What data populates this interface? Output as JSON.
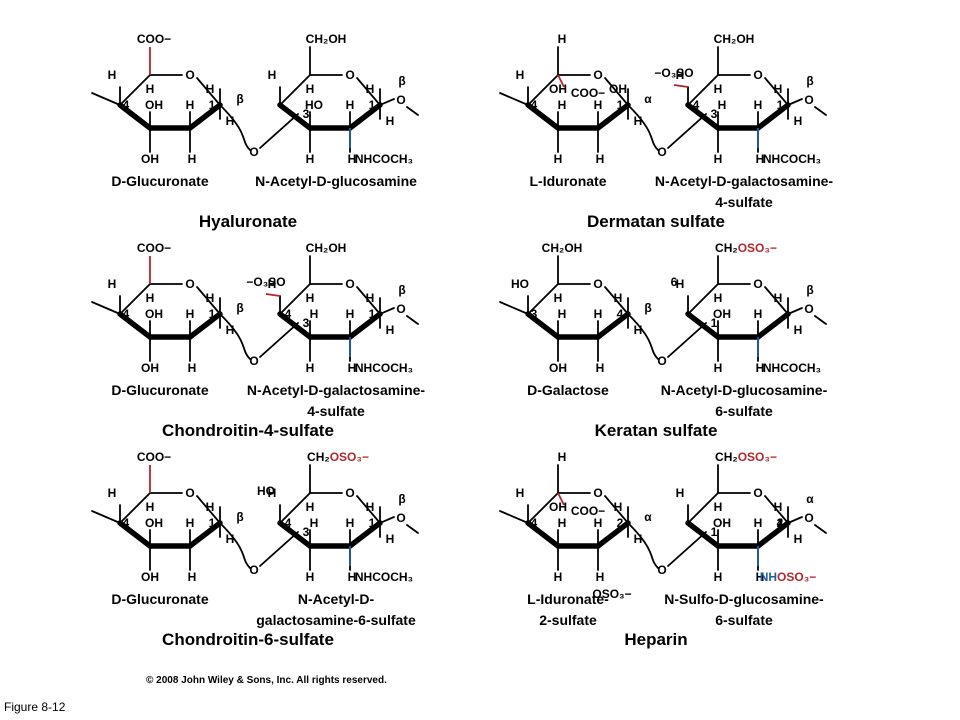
{
  "panels": [
    {
      "title": "Hyaluronate",
      "left_name": "D-Glucuronate",
      "right_name": [
        "N-Acetyl-D-glucosamine"
      ],
      "left_top": "COO−",
      "left_wedge": "",
      "left_atoms": [
        [
          "H",
          0
        ],
        [
          "H",
          0
        ],
        [
          "OH",
          0
        ],
        [
          "H",
          0
        ],
        [
          "H",
          0
        ],
        [
          "OH",
          0
        ],
        [
          "H",
          0
        ]
      ],
      "right_top": "CH₂OH",
      "right_top6": "",
      "right_atoms": [
        [
          "H",
          0
        ],
        [
          "H",
          0
        ],
        [
          "HO",
          0
        ],
        [
          "H",
          0
        ],
        [
          "H",
          0
        ],
        [
          "H",
          0
        ],
        [
          "H",
          0
        ]
      ],
      "right_bottom": "NHCOCH₃",
      "left_link": "β",
      "right_link": "β",
      "ring_nums": [
        "4",
        "1",
        "3",
        "1"
      ]
    },
    {
      "title": "Dermatan sulfate",
      "left_name": "L-Iduronate",
      "right_name": [
        "N-Acetyl-D-galactosamine-",
        "4-sulfate"
      ],
      "left_top": "H",
      "left_wedge": "COO−",
      "left_atoms": [
        [
          "H",
          0
        ],
        [
          "OH",
          0
        ],
        [
          "H",
          0
        ],
        [
          "H",
          0
        ],
        [
          "OH",
          0
        ],
        [
          "H",
          0
        ],
        [
          "H",
          0
        ]
      ],
      "right_top": "CH₂OH",
      "right_top6": "−O₃SO",
      "right_atoms": [
        [
          "H",
          0
        ],
        [
          "H",
          0
        ],
        [
          "H",
          0
        ],
        [
          "H",
          0
        ],
        [
          "H",
          0
        ],
        [
          "H",
          0
        ],
        [
          "H",
          0
        ]
      ],
      "right_bottom": "NHCOCH₃",
      "left_link": "α",
      "right_link": "β",
      "ring_nums": [
        "4",
        "1",
        "4",
        "3",
        "1"
      ]
    },
    {
      "title": "Chondroitin-4-sulfate",
      "left_name": "D-Glucuronate",
      "right_name": [
        "N-Acetyl-D-galactosamine-",
        "4-sulfate"
      ],
      "left_top": "COO−",
      "left_wedge": "",
      "left_atoms": [
        [
          "H",
          0
        ],
        [
          "H",
          0
        ],
        [
          "OH",
          0
        ],
        [
          "H",
          0
        ],
        [
          "H",
          0
        ],
        [
          "OH",
          0
        ],
        [
          "H",
          0
        ]
      ],
      "right_top": "CH₂OH",
      "right_top6": "−O₃SO",
      "right_atoms": [
        [
          "H",
          0
        ],
        [
          "H",
          0
        ],
        [
          "H",
          0
        ],
        [
          "H",
          0
        ],
        [
          "H",
          0
        ],
        [
          "H",
          0
        ],
        [
          "H",
          0
        ]
      ],
      "right_bottom": "NHCOCH₃",
      "left_link": "β",
      "right_link": "β",
      "ring_nums": [
        "4",
        "1",
        "4",
        "3",
        "1"
      ]
    },
    {
      "title": "Keratan sulfate",
      "left_name": "D-Galactose",
      "right_name": [
        "N-Acetyl-D-glucosamine-",
        "6-sulfate"
      ],
      "left_top": "CH₂OH",
      "left_wedge": "",
      "left_atoms": [
        [
          "HO",
          0
        ],
        [
          "H",
          0
        ],
        [
          "H",
          0
        ],
        [
          "H",
          0
        ],
        [
          "H",
          0
        ],
        [
          "OH",
          0
        ],
        [
          "H",
          0
        ]
      ],
      "right_top": "CH₂OSO₃−",
      "right_top6": "6",
      "right_atoms": [
        [
          "H",
          0
        ],
        [
          "H",
          0
        ],
        [
          "OH",
          0
        ],
        [
          "H",
          0
        ],
        [
          "H",
          0
        ],
        [
          "H",
          0
        ],
        [
          "H",
          0
        ]
      ],
      "right_bottom": "NHCOCH₃",
      "left_link": "β",
      "right_link": "β",
      "ring_nums": [
        "3",
        "4",
        "1"
      ]
    },
    {
      "title": "Chondroitin-6-sulfate",
      "left_name": "D-Glucuronate",
      "right_name": [
        "N-Acetyl-D-",
        "galactosamine-6-sulfate"
      ],
      "left_top": "COO−",
      "left_wedge": "",
      "left_atoms": [
        [
          "H",
          0
        ],
        [
          "H",
          0
        ],
        [
          "OH",
          0
        ],
        [
          "H",
          0
        ],
        [
          "H",
          0
        ],
        [
          "OH",
          0
        ],
        [
          "H",
          0
        ]
      ],
      "right_top": "CH₂OSO₃−",
      "right_top6": "HO",
      "right_atoms": [
        [
          "H",
          0
        ],
        [
          "H",
          0
        ],
        [
          "H",
          0
        ],
        [
          "H",
          0
        ],
        [
          "H",
          0
        ],
        [
          "H",
          0
        ],
        [
          "H",
          0
        ]
      ],
      "right_bottom": "NHCOCH₃",
      "left_link": "β",
      "right_link": "β",
      "ring_nums": [
        "4",
        "1",
        "4",
        "3",
        "1"
      ]
    },
    {
      "title": "Heparin",
      "left_name": [
        "L-Iduronate-",
        "2-sulfate"
      ],
      "right_name": [
        "N-Sulfo-D-glucosamine-",
        "6-sulfate"
      ],
      "left_top": "H",
      "left_wedge": "COO−",
      "left_atoms": [
        [
          "H",
          0
        ],
        [
          "OH",
          0
        ],
        [
          "H",
          0
        ],
        [
          "H",
          0
        ],
        [
          "H",
          0
        ],
        [
          "H",
          0
        ],
        [
          "H",
          0
        ]
      ],
      "right_top": "CH₂OSO₃−",
      "right_top6": "",
      "right_atoms": [
        [
          "H",
          0
        ],
        [
          "H",
          0
        ],
        [
          "OH",
          0
        ],
        [
          "H",
          0
        ],
        [
          "H",
          0
        ],
        [
          "H",
          0
        ],
        [
          "H",
          0
        ]
      ],
      "left_bottom": "OSO₃−",
      "right_bottom_parts": [
        "NH",
        "OSO₃−"
      ],
      "left_link": "α",
      "right_link": "α",
      "ring_nums": [
        "4",
        "2",
        "1",
        "4",
        "2",
        "1"
      ]
    }
  ],
  "ring_oxygen": "O",
  "copyright": "© 2008 John Wiley & Sons, Inc. All rights reserved.",
  "figure_label": "Figure 8-12",
  "colors": {
    "carboxyl": "#b3262d",
    "amine": "#1f5ea8",
    "ink": "#000000"
  }
}
